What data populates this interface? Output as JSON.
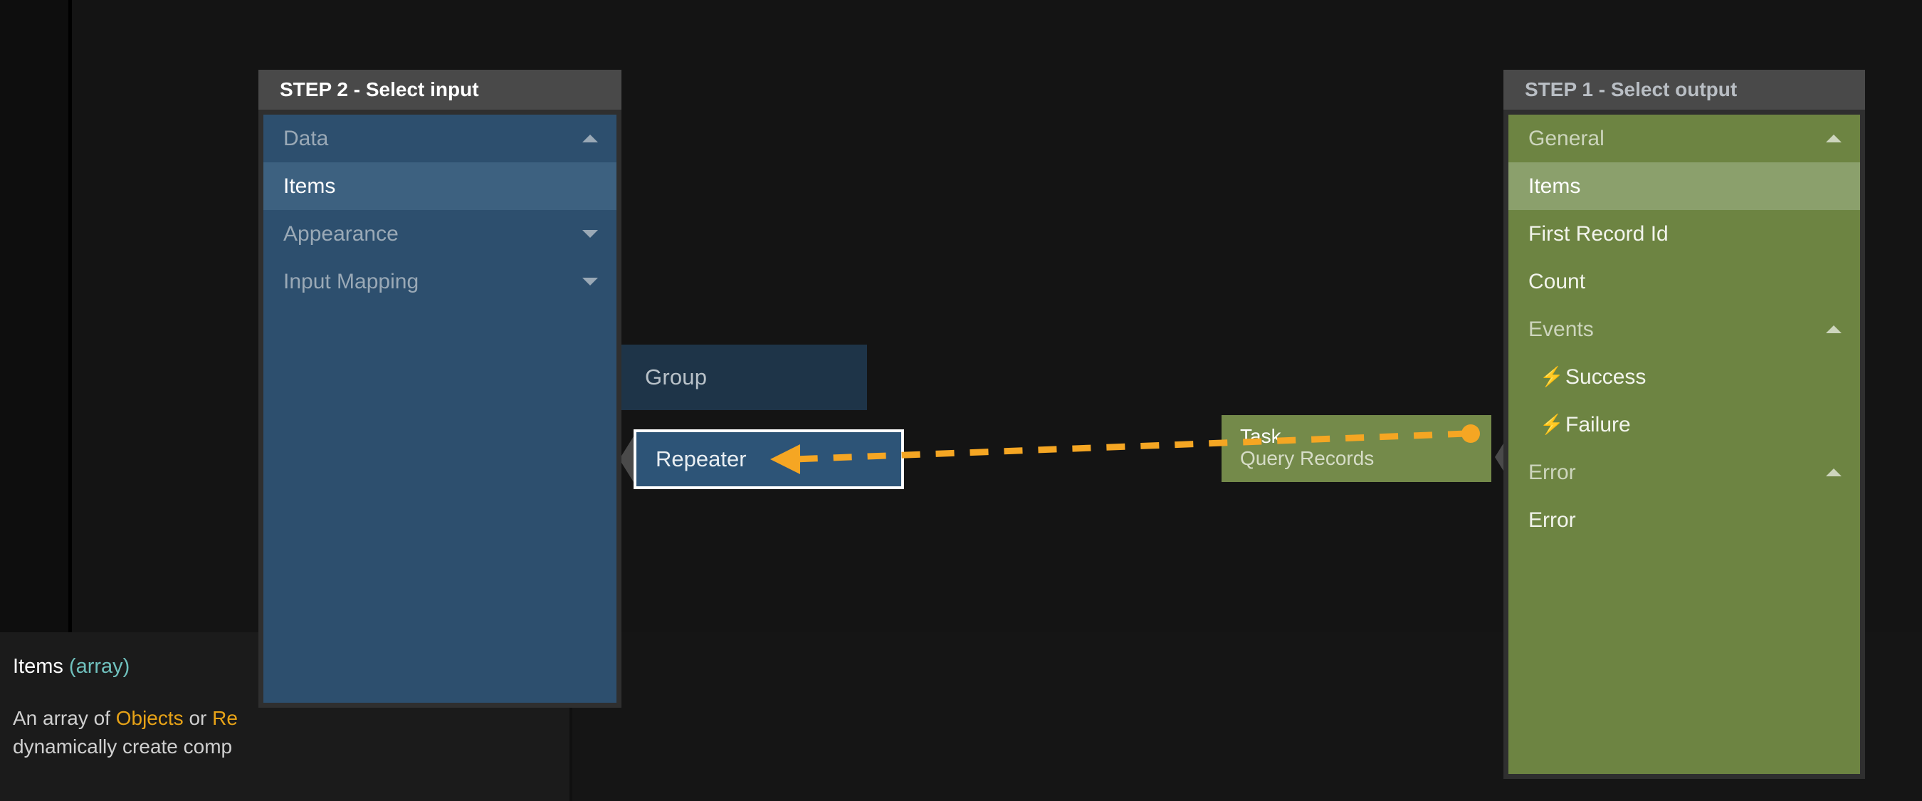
{
  "canvas": {
    "nodes": [
      {
        "id": "group",
        "title": "Group",
        "subtitle": ""
      },
      {
        "id": "repeater",
        "title": "Repeater",
        "subtitle": ""
      },
      {
        "id": "task",
        "title": "Task",
        "subtitle": "Query Records"
      }
    ],
    "connector": {
      "color": "#f5a623",
      "style": "dashed",
      "direction": "right-to-left",
      "from_node": "task",
      "to_node": "repeater"
    }
  },
  "input_panel": {
    "header": "STEP 2 - Select input",
    "accent": "#2d4f6e",
    "selected_accent": "#3d6180",
    "rows": [
      {
        "label": "Data",
        "kind": "group",
        "caret": "up",
        "selected": false
      },
      {
        "label": "Items",
        "kind": "item",
        "caret": "",
        "selected": true
      },
      {
        "label": "Appearance",
        "kind": "group",
        "caret": "down",
        "selected": false
      },
      {
        "label": "Input Mapping",
        "kind": "group",
        "caret": "down",
        "selected": false
      }
    ]
  },
  "output_panel": {
    "header": "STEP 1 - Select output",
    "accent": "#6d8442",
    "selected_accent": "#8ba06c",
    "rows": [
      {
        "label": "General",
        "kind": "group",
        "caret": "up",
        "selected": false,
        "icon": ""
      },
      {
        "label": "Items",
        "kind": "item",
        "caret": "",
        "selected": true,
        "icon": ""
      },
      {
        "label": "First Record Id",
        "kind": "item",
        "caret": "",
        "selected": false,
        "icon": ""
      },
      {
        "label": "Count",
        "kind": "item",
        "caret": "",
        "selected": false,
        "icon": ""
      },
      {
        "label": "Events",
        "kind": "group",
        "caret": "up",
        "selected": false,
        "icon": ""
      },
      {
        "label": "Success",
        "kind": "event",
        "caret": "",
        "selected": false,
        "icon": "bolt-icon"
      },
      {
        "label": "Failure",
        "kind": "event",
        "caret": "",
        "selected": false,
        "icon": "bolt-icon"
      },
      {
        "label": "Error",
        "kind": "group",
        "caret": "up",
        "selected": false,
        "icon": ""
      },
      {
        "label": "Error",
        "kind": "item",
        "caret": "",
        "selected": false,
        "icon": ""
      }
    ]
  },
  "tooltip": {
    "name": "Items",
    "type": "(array)",
    "line1_before": "An array of ",
    "line1_link1": "Objects",
    "line1_middle": " or ",
    "line1_link2": "Re",
    "line2": "dynamically create comp"
  }
}
